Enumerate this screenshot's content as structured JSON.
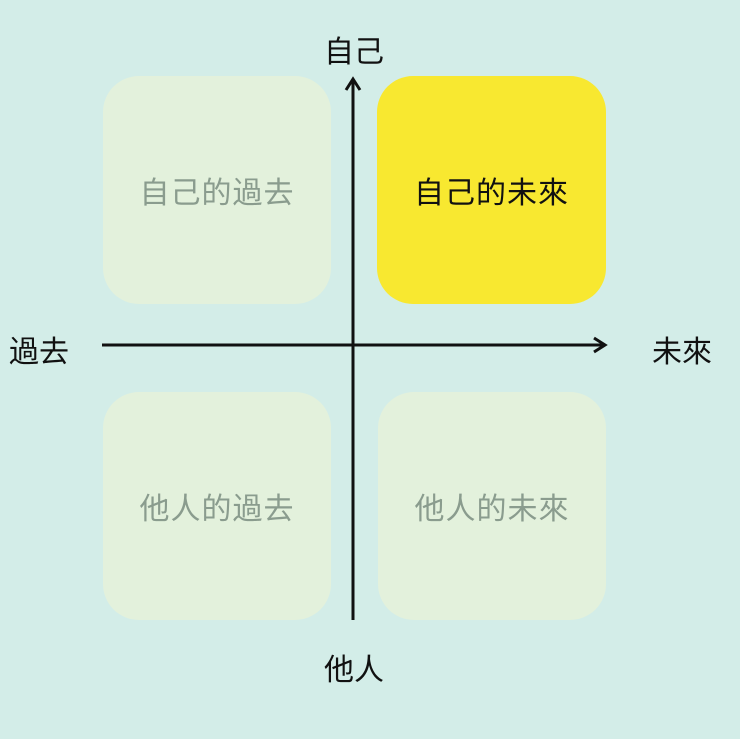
{
  "axes": {
    "top": "自己",
    "bottom": "他人",
    "left": "過去",
    "right": "未來"
  },
  "quadrants": [
    {
      "position": "top-left",
      "label": "自己的過去",
      "highlighted": false,
      "color": "#e3f1dc"
    },
    {
      "position": "top-right",
      "label": "自己的未來",
      "highlighted": true,
      "color": "#f8e830"
    },
    {
      "position": "bottom-left",
      "label": "他人的過去",
      "highlighted": false,
      "color": "#e3f1dc"
    },
    {
      "position": "bottom-right",
      "label": "他人的未來",
      "highlighted": false,
      "color": "#e3f1dc"
    }
  ],
  "colors": {
    "background": "#d3ede8",
    "highlight": "#f8e830",
    "muted_box": "#e3f1dc",
    "muted_text": "#8a9c8e",
    "axis": "#111111"
  }
}
